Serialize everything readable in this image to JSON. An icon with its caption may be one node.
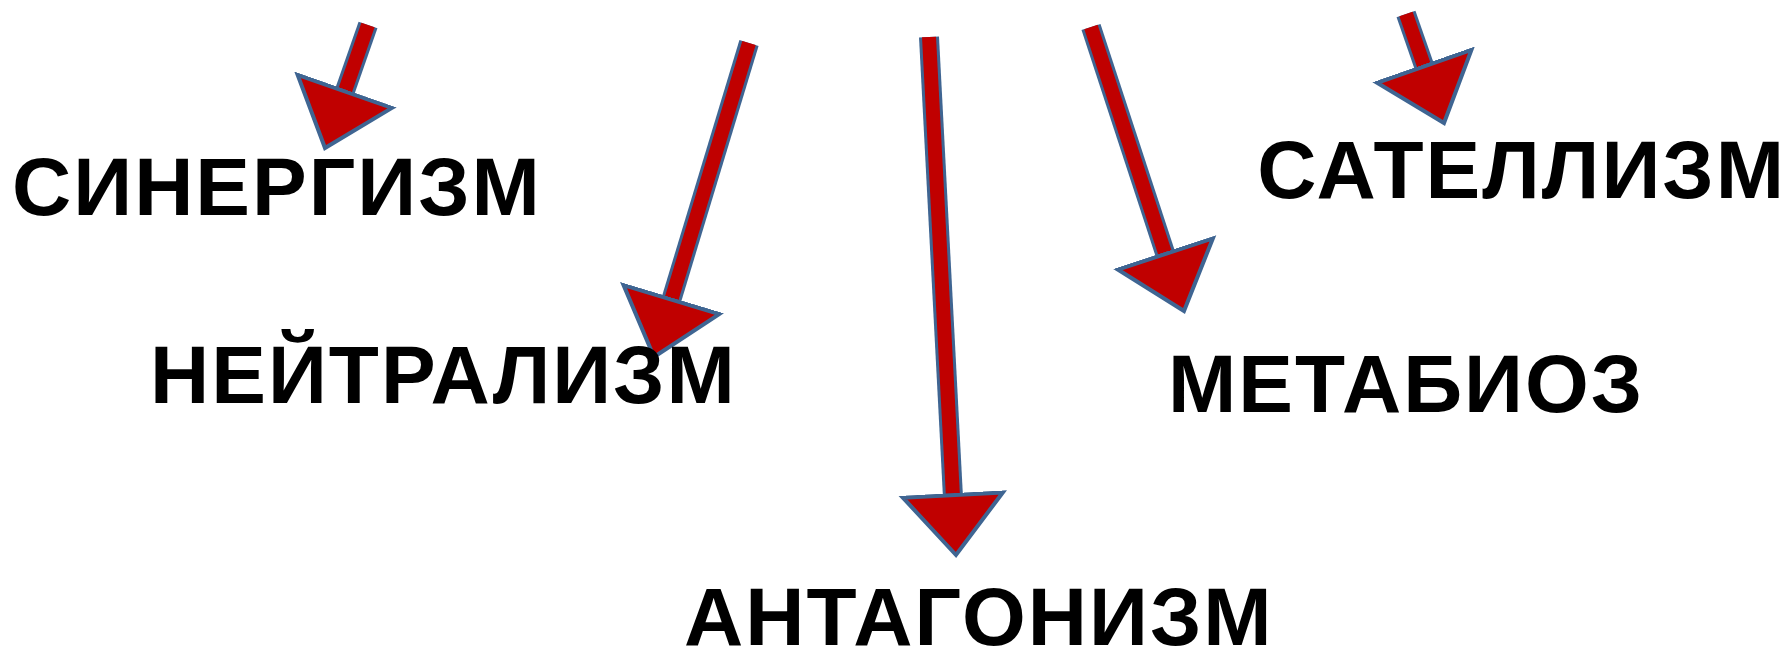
{
  "diagram": {
    "nodes": [
      {
        "text": [
          "СИНЕРГИЗМ"
        ]
      },
      {
        "text": [
          "САТЕЛЛИЗМ"
        ]
      },
      {
        "text": [
          "НЕЙТРАЛИЗМ"
        ]
      },
      {
        "text": [
          "МЕТАБИОЗ"
        ]
      },
      {
        "text": [
          "АНТАГОНИЗМ"
        ]
      }
    ],
    "edges": [
      {
        "from": null,
        "to": 0,
        "arrow": "to"
      },
      {
        "from": null,
        "to": 2,
        "arrow": "to"
      },
      {
        "from": null,
        "to": 4,
        "arrow": "to"
      },
      {
        "from": null,
        "to": 3,
        "arrow": "to"
      },
      {
        "from": null,
        "to": 1,
        "arrow": "to"
      }
    ]
  }
}
